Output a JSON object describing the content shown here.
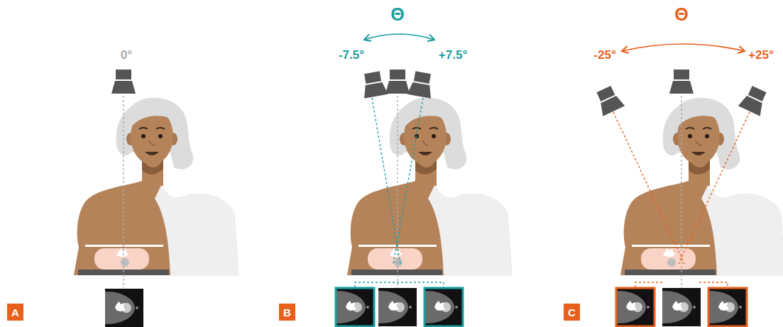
{
  "diagram": {
    "nodes": [
      {
        "text": [
          "A"
        ]
      },
      {
        "text": [
          "B"
        ]
      },
      {
        "text": [
          "C"
        ]
      }
    ],
    "labels": [
      "0°",
      "Θ",
      "-7.5°",
      "+7.5°",
      "Θ",
      "-25°",
      "+25°"
    ]
  }
}
